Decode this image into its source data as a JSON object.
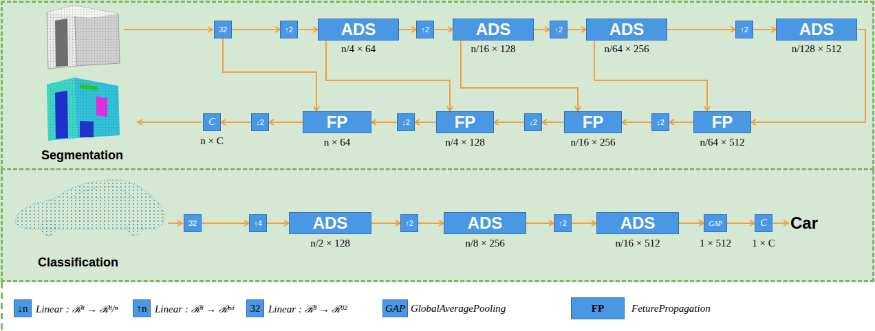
{
  "diagram": {
    "nodes": [
      {
        "text": [
          "Segmentation"
        ]
      },
      {
        "text": [
          "32"
        ],
        "in": 0
      },
      {
        "text": [
          "↑2"
        ],
        "in": 0
      },
      {
        "text": [
          "ADS"
        ],
        "in": 0
      },
      {
        "text": [
          "↑2"
        ],
        "in": 0
      },
      {
        "text": [
          "ADS"
        ],
        "in": 0
      },
      {
        "text": [
          "↑2"
        ],
        "in": 0
      },
      {
        "text": [
          "ADS"
        ],
        "in": 0
      },
      {
        "text": [
          "↑2"
        ],
        "in": 0
      },
      {
        "text": [
          "ADS"
        ],
        "in": 0
      },
      {
        "text": [
          "C"
        ],
        "in": 0
      },
      {
        "text": [
          "↓2"
        ],
        "in": 0
      },
      {
        "text": [
          "FP"
        ],
        "in": 0
      },
      {
        "text": [
          "↓2"
        ],
        "in": 0
      },
      {
        "text": [
          "FP"
        ],
        "in": 0
      },
      {
        "text": [
          "↓2"
        ],
        "in": 0
      },
      {
        "text": [
          "FP"
        ],
        "in": 0
      },
      {
        "text": [
          "↓2"
        ],
        "in": 0
      },
      {
        "text": [
          "FP"
        ],
        "in": 0
      },
      {
        "text": [
          "Classification"
        ]
      },
      {
        "text": [
          "32"
        ],
        "in": 19
      },
      {
        "text": [
          "↑4"
        ],
        "in": 19
      },
      {
        "text": [
          "ADS"
        ],
        "in": 19
      },
      {
        "text": [
          "↑2"
        ],
        "in": 19
      },
      {
        "text": [
          "ADS"
        ],
        "in": 19
      },
      {
        "text": [
          "↑2"
        ],
        "in": 19
      },
      {
        "text": [
          "ADS"
        ],
        "in": 19
      },
      {
        "text": [
          "GAP"
        ],
        "in": 19
      },
      {
        "text": [
          "C"
        ],
        "in": 19
      }
    ],
    "edges": [
      {
        "from": 1,
        "to": 2,
        "arrow": "to"
      },
      {
        "from": 2,
        "to": 3,
        "arrow": "to"
      },
      {
        "from": 3,
        "to": 4,
        "arrow": "to"
      },
      {
        "from": 4,
        "to": 5,
        "arrow": "to"
      },
      {
        "from": 5,
        "to": 6,
        "arrow": "to"
      },
      {
        "from": 6,
        "to": 7,
        "arrow": "to"
      },
      {
        "from": 7,
        "to": 8,
        "arrow": "to"
      },
      {
        "from": 8,
        "to": 9,
        "arrow": "to"
      },
      {
        "from": 9,
        "to": 18,
        "arrow": "to"
      },
      {
        "from": 18,
        "to": 17,
        "arrow": "to"
      },
      {
        "from": 17,
        "to": 16,
        "arrow": "to"
      },
      {
        "from": 16,
        "to": 15,
        "arrow": "to"
      },
      {
        "from": 15,
        "to": 14,
        "arrow": "to"
      },
      {
        "from": 14,
        "to": 13,
        "arrow": "to"
      },
      {
        "from": 13,
        "to": 12,
        "arrow": "to"
      },
      {
        "from": 12,
        "to": 11,
        "arrow": "to"
      },
      {
        "from": 11,
        "to": 10,
        "arrow": "to"
      },
      {
        "from": 1,
        "to": 12,
        "arrow": "to"
      },
      {
        "from": 3,
        "to": 14,
        "arrow": "to"
      },
      {
        "from": 5,
        "to": 16,
        "arrow": "to"
      },
      {
        "from": 7,
        "to": 18,
        "arrow": "to"
      },
      {
        "from": 20,
        "to": 21,
        "arrow": "to"
      },
      {
        "from": 21,
        "to": 22,
        "arrow": "to"
      },
      {
        "from": 22,
        "to": 23,
        "arrow": "to"
      },
      {
        "from": 23,
        "to": 24,
        "arrow": "to"
      },
      {
        "from": 24,
        "to": 25,
        "arrow": "to"
      },
      {
        "from": 25,
        "to": 26,
        "arrow": "to"
      },
      {
        "from": 26,
        "to": 27,
        "arrow": "to"
      },
      {
        "from": 27,
        "to": 28,
        "arrow": "to"
      }
    ],
    "labels": [
      "n/4 × 64",
      "n/16 × 128",
      "n/64 × 256",
      "n/128 × 512",
      "n × C",
      "n × 64",
      "n/4 × 128",
      "n/16 × 256",
      "n/64 × 512",
      "n/2 × 128",
      "n/8 × 256",
      "n/16 × 512",
      "1 × 512",
      "1 × C",
      "Car",
      "↓n",
      "↑n",
      "32",
      "GAP",
      "FP"
    ],
    "legend": [
      {
        "text": "Linear : ℛᵈ → ℛᵈ/ⁿ"
      },
      {
        "text": "Linear : ℛᵈ → ℛⁿᵈ"
      },
      {
        "text": "Linear : ℛ³ → ℛ³²"
      },
      {
        "text": "GlobalAveragePooling"
      },
      {
        "text": "FeturePropagation"
      }
    ]
  }
}
